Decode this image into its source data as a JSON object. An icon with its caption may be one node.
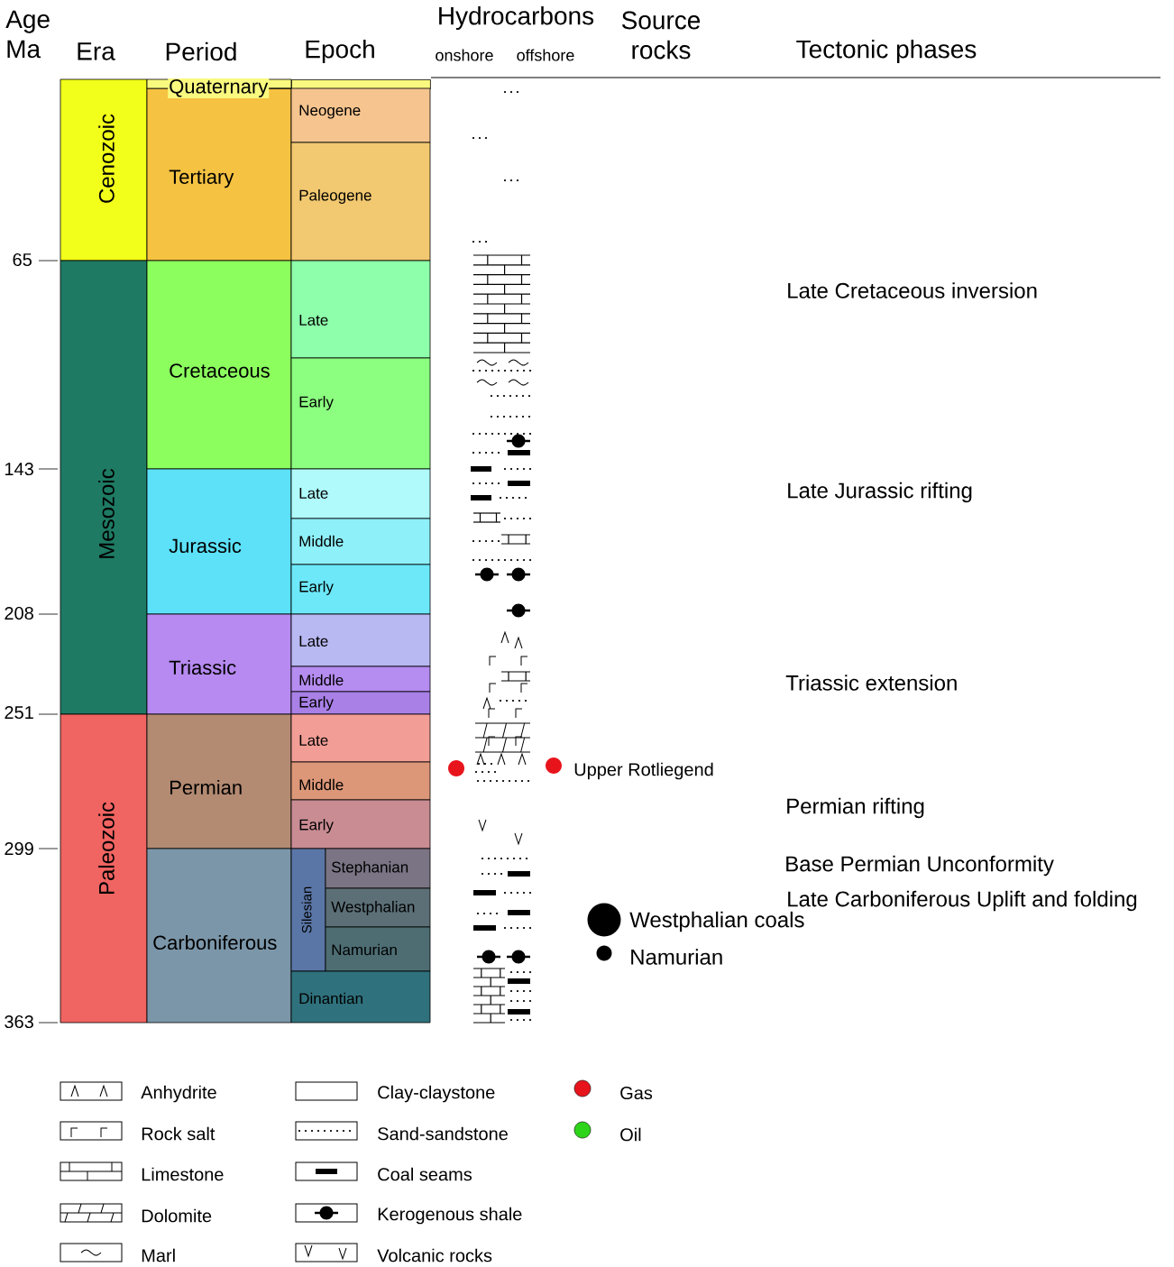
{
  "diagram": {
    "nodes": [
      {
        "text": [
          "Cenozoic"
        ]
      },
      {
        "text": [
          "Mesozoic"
        ]
      },
      {
        "text": [
          "Paleozoic"
        ]
      },
      {
        "text": [
          "Quaternary"
        ]
      },
      {
        "text": [
          "Tertiary"
        ]
      },
      {
        "text": [
          "Cretaceous"
        ]
      },
      {
        "text": [
          "Jurassic"
        ]
      },
      {
        "text": [
          "Triassic"
        ]
      },
      {
        "text": [
          "Permian"
        ]
      },
      {
        "text": [
          "Carboniferous"
        ]
      },
      {
        "text": [],
        "shape": "box"
      },
      {
        "text": [
          "Neogene"
        ]
      },
      {
        "text": [
          "Paleogene"
        ]
      },
      {
        "text": [
          "Late"
        ]
      },
      {
        "text": [
          "Early"
        ]
      },
      {
        "text": [
          "Late"
        ]
      },
      {
        "text": [
          "Middle"
        ]
      },
      {
        "text": [
          "Early"
        ]
      },
      {
        "text": [
          "Late"
        ]
      },
      {
        "text": [
          "Middle"
        ]
      },
      {
        "text": [
          "Early"
        ]
      },
      {
        "text": [
          "Late"
        ]
      },
      {
        "text": [
          "Middle"
        ]
      },
      {
        "text": [
          "Early"
        ]
      },
      {
        "text": [
          "Silesian"
        ]
      },
      {
        "text": [
          "Stephanian"
        ]
      },
      {
        "text": [
          "Westphalian"
        ]
      },
      {
        "text": [
          "Namurian"
        ]
      },
      {
        "text": [
          "Dinantian"
        ]
      }
    ],
    "edges": [
      {
        "from": 3,
        "to": 10,
        "arrow": "none"
      }
    ],
    "labels": [
      "Age Ma",
      "Era",
      "Period",
      "Epoch",
      "Hydrocarbons",
      "onshore",
      "offshore",
      "Source rocks",
      "Tectonic phases",
      "65",
      "143",
      "208",
      "251",
      "299",
      "363",
      "Late Cretaceous inversion",
      "Late Jurassic rifting",
      "Triassic extension",
      "Upper Rotliegend",
      "Permian rifting",
      "Base Permian Unconformity",
      "Late Carboniferous Uplift and folding",
      "Westphalian coals",
      "Namurian"
    ],
    "legend": [
      {
        "text": "Anhydrite"
      },
      {
        "text": "Rock salt"
      },
      {
        "text": "Limestone"
      },
      {
        "text": "Dolomite"
      },
      {
        "text": "Marl"
      },
      {
        "text": "Clay-claystone"
      },
      {
        "text": "Sand-sandstone"
      },
      {
        "text": "Coal seams"
      },
      {
        "text": "Kerogenous shale"
      },
      {
        "text": "Volcanic rocks"
      },
      {
        "text": "Gas",
        "color": "#e8141c"
      },
      {
        "text": "Oil",
        "color": "#2ed41a"
      }
    ]
  }
}
